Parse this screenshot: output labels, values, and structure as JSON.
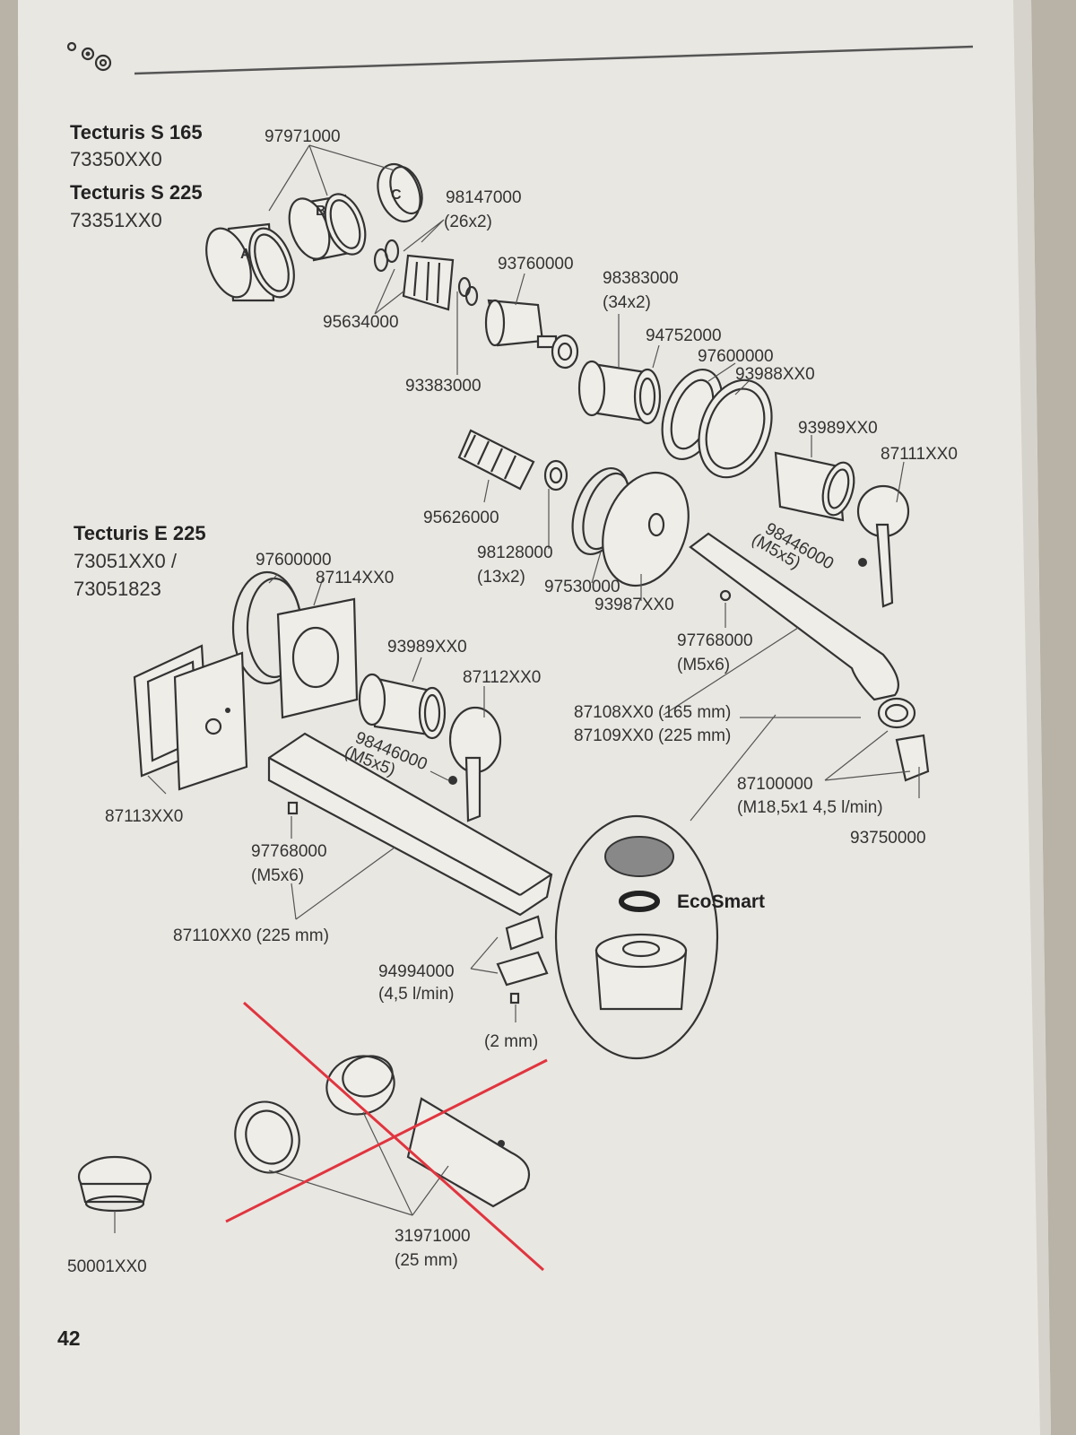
{
  "page": {
    "number": "42",
    "header_icon": "spare-parts-icon"
  },
  "models": {
    "tecturis_s165": {
      "name": "Tecturis S 165",
      "code": "73350XX0"
    },
    "tecturis_s225": {
      "name": "Tecturis S 225",
      "code": "73351XX0"
    },
    "tecturis_e225": {
      "name": "Tecturis E 225",
      "code1": "73051XX0 /",
      "code2": "73051823"
    }
  },
  "parts": {
    "p97971000": "97971000",
    "p98147000": "98147000",
    "p98147000_note": "(26x2)",
    "p93760000": "93760000",
    "p98383000": "98383000",
    "p98383000_note": "(34x2)",
    "p95634000": "95634000",
    "p94752000": "94752000",
    "p97600000_a": "97600000",
    "p93988XX0": "93988XX0",
    "p93383000": "93383000",
    "p93989XX0_a": "93989XX0",
    "p87111XX0": "87111XX0",
    "p95626000": "95626000",
    "p98446000_a": "98446000",
    "p98446000_a_note": "(M5x5)",
    "p98128000": "98128000",
    "p98128000_note": "(13x2)",
    "p97530000": "97530000",
    "p93987XX0": "93987XX0",
    "p97600000_b": "97600000",
    "p87114XX0": "87114XX0",
    "p93989XX0_b": "93989XX0",
    "p87112XX0": "87112XX0",
    "p97768000_a": "97768000",
    "p97768000_a_note": "(M5x6)",
    "p98446000_b": "98446000",
    "p98446000_b_note": "(M5x5)",
    "p87108XX0": "87108XX0 (165 mm)",
    "p87109XX0": "87109XX0 (225 mm)",
    "p87113XX0": "87113XX0",
    "p87100000": "87100000",
    "p87100000_note": "(M18,5x1 4,5 l/min)",
    "p93750000": "93750000",
    "p97768000_b": "97768000",
    "p97768000_b_note": "(M5x6)",
    "p87110XX0": "87110XX0 (225 mm)",
    "ecosmart": "EcoSmart",
    "p94994000": "94994000",
    "p94994000_note": "(4,5 l/min)",
    "p2mm": "(2 mm)",
    "p31971000": "31971000",
    "p31971000_note": "(25 mm)",
    "p50001XX0": "50001XX0"
  },
  "callout_letters": [
    "A",
    "B",
    "C"
  ],
  "colors": {
    "paper": "#e9e7e2",
    "ink": "#333333",
    "strike": "#e0353f",
    "background": "#b9b3a7"
  }
}
